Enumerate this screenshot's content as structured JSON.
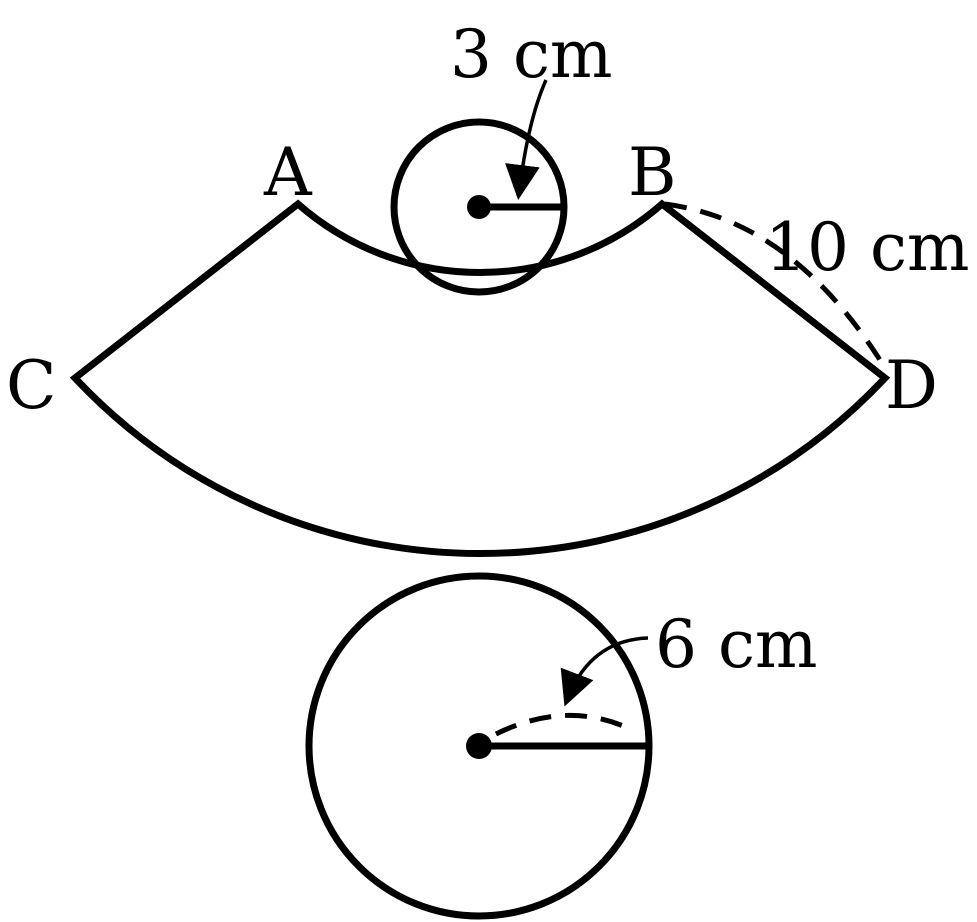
{
  "diagram": {
    "points": {
      "a": "A",
      "b": "B",
      "c": "C",
      "d": "D"
    },
    "measures": {
      "small_radius": "3 cm",
      "slant_edge": "10 cm",
      "large_radius": "6 cm"
    },
    "colors": {
      "stroke": "#000000",
      "background": "#ffffff"
    }
  }
}
